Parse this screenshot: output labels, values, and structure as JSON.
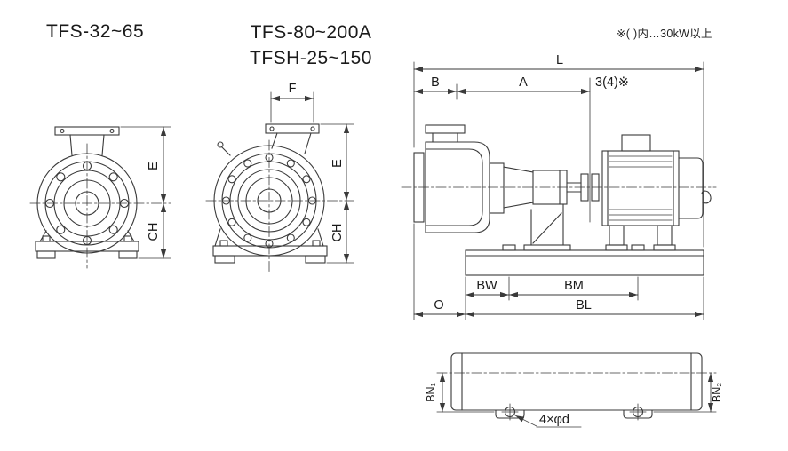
{
  "colors": {
    "line": "#3a3a3a",
    "text": "#1a1a1a",
    "bg": "#ffffff"
  },
  "titles": {
    "model_left": "TFS-32~65",
    "model_mid_line1": "TFS-80~200A",
    "model_mid_line2": "TFSH-25~150",
    "note": "※( )内…30kW以上"
  },
  "front_view_small": {
    "dim_e": "E",
    "dim_ch": "CH"
  },
  "front_view_large": {
    "dim_f": "F",
    "dim_e": "E",
    "dim_ch": "CH"
  },
  "side_view": {
    "dim_l": "L",
    "dim_b": "B",
    "dim_a": "A",
    "dim_coupling_gap": "3(4)※",
    "dim_bw": "BW",
    "dim_bm": "BM",
    "dim_o": "O",
    "dim_bl": "BL"
  },
  "base_plan_view": {
    "dim_bn1": "BN₁",
    "dim_bn2": "BN₂",
    "holes_note": "4×φd"
  }
}
